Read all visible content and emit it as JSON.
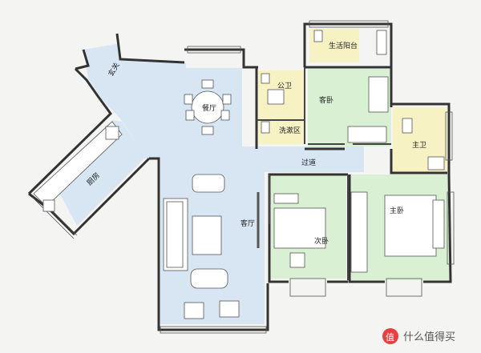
{
  "rooms": {
    "entrance": "玄关",
    "dining": "餐厅",
    "kitchen": "厨房",
    "living": "客厅",
    "corridor": "过道",
    "public_bath": "公卫",
    "wash_area": "洗漱区",
    "guest_bedroom": "客卧",
    "life_balcony": "生活阳台",
    "master_bath": "主卫",
    "second_bedroom": "次卧",
    "master_bedroom": "主卧"
  },
  "watermark": {
    "badge": "值",
    "text": "什么值得买"
  },
  "colors": {
    "blue_zone": "#d7e6f2",
    "green_zone": "#daf0d2",
    "yellow_zone": "#f6f2c4",
    "wall": "#333333",
    "background": "#f4f4f2",
    "watermark_badge": "#e84040"
  }
}
